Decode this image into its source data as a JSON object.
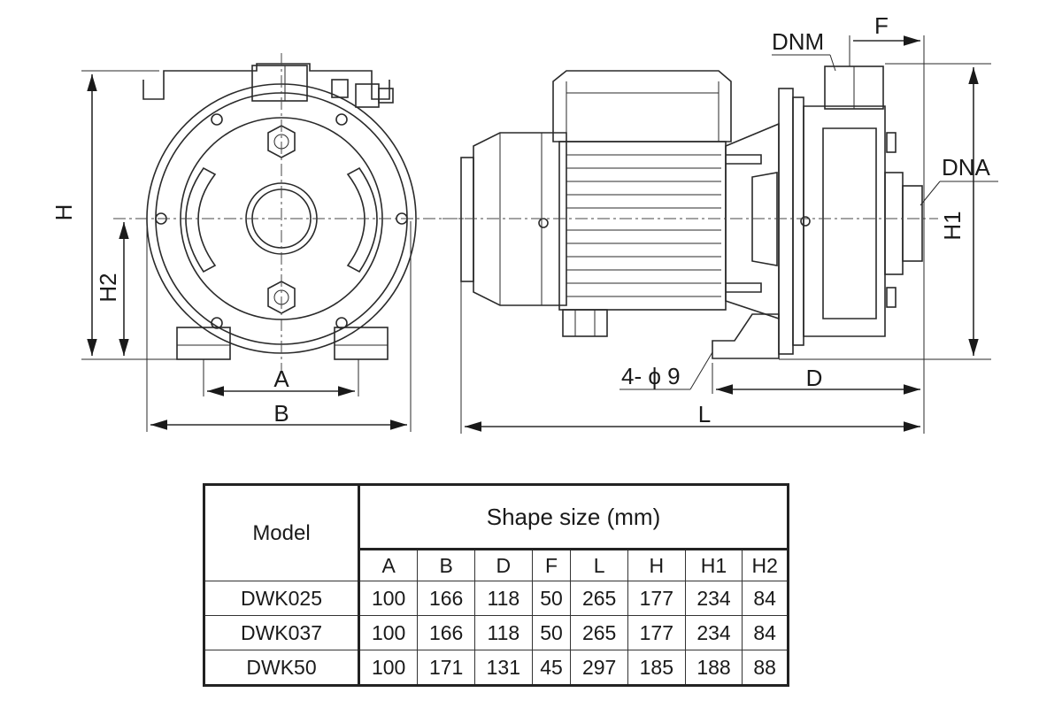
{
  "labels": {
    "h": "H",
    "h2": "H2",
    "a": "A",
    "b": "B",
    "dnm": "DNM",
    "f": "F",
    "dna": "DNA",
    "h1": "H1",
    "holes": "4- ϕ 9",
    "d": "D",
    "l": "L"
  },
  "table": {
    "model_header": "Model",
    "group_header": "Shape size (mm)",
    "columns": [
      "A",
      "B",
      "D",
      "F",
      "L",
      "H",
      "H1",
      "H2"
    ],
    "rows": [
      {
        "model": "DWK025",
        "values": [
          "100",
          "166",
          "118",
          "50",
          "265",
          "177",
          "234",
          "84"
        ]
      },
      {
        "model": "DWK037",
        "values": [
          "100",
          "166",
          "118",
          "50",
          "265",
          "177",
          "234",
          "84"
        ]
      },
      {
        "model": "DWK50",
        "values": [
          "100",
          "171",
          "131",
          "45",
          "297",
          "185",
          "188",
          "88"
        ]
      }
    ]
  }
}
